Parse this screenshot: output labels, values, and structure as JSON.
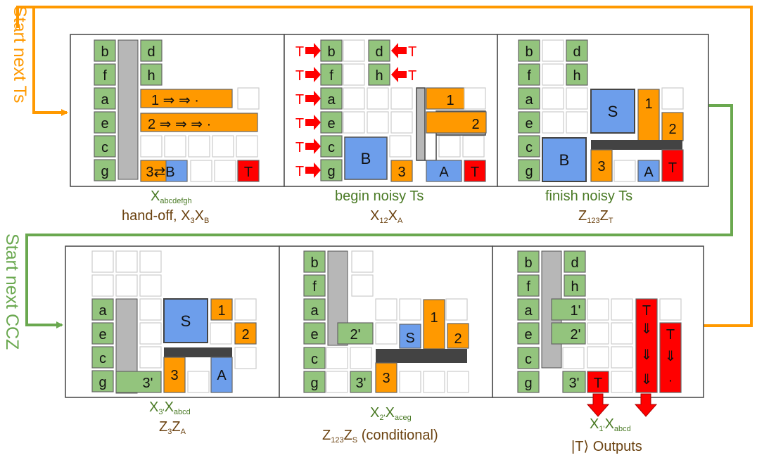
{
  "side_labels": {
    "start_ts": "Start next Ts",
    "start_ccz": "Start next CCZ"
  },
  "panels": [
    {
      "cells": [
        {
          "t": "b"
        },
        {
          "t": "d"
        },
        {
          "t": "f"
        },
        {
          "t": "h"
        },
        {
          "t": "a"
        },
        {
          "t": "e"
        },
        {
          "t": "c"
        },
        {
          "t": "g"
        },
        {
          "t": "1 ⇒   ⇒ ·"
        },
        {
          "t": "2 ⇒   ⇒   ⇒ ·"
        },
        {
          "t": "3⇄B"
        },
        {
          "t": "T"
        }
      ],
      "caption": {
        "line1": "X",
        "line1_sub": "abcdefgh",
        "line2": "hand-off, X",
        "line2_sub1": "3",
        "line2_mid": "X",
        "line2_sub2": "B"
      }
    },
    {
      "cells": [
        {
          "t": "T"
        },
        {
          "t": "b"
        },
        {
          "t": "d"
        },
        {
          "t": "T"
        },
        {
          "t": "T"
        },
        {
          "t": "f"
        },
        {
          "t": "h"
        },
        {
          "t": "T"
        },
        {
          "t": "T"
        },
        {
          "t": "a"
        },
        {
          "t": "T"
        },
        {
          "t": "e"
        },
        {
          "t": "T"
        },
        {
          "t": "c"
        },
        {
          "t": "T"
        },
        {
          "t": "g"
        },
        {
          "t": "B"
        },
        {
          "t": "3"
        },
        {
          "t": "1"
        },
        {
          "t": "2"
        },
        {
          "t": "A"
        },
        {
          "t": "T"
        }
      ],
      "caption": {
        "line1": "begin noisy Ts",
        "line2": "X",
        "line2_sub1": "12",
        "line2_mid": "X",
        "line2_sub2": "A"
      }
    },
    {
      "cells": [
        {
          "t": "b"
        },
        {
          "t": "d"
        },
        {
          "t": "f"
        },
        {
          "t": "h"
        },
        {
          "t": "a"
        },
        {
          "t": "e"
        },
        {
          "t": "c"
        },
        {
          "t": "g"
        },
        {
          "t": "S"
        },
        {
          "t": "1"
        },
        {
          "t": "2"
        },
        {
          "t": "B"
        },
        {
          "t": "3"
        },
        {
          "t": "A"
        },
        {
          "t": "T"
        }
      ],
      "caption": {
        "line1": "finish noisy Ts",
        "line2": "Z",
        "line2_sub1": "123",
        "line2_mid": "Z",
        "line2_sub2": "T"
      }
    },
    {
      "cells": [
        {
          "t": "a"
        },
        {
          "t": "e"
        },
        {
          "t": "c"
        },
        {
          "t": "g"
        },
        {
          "t": "3'"
        },
        {
          "t": "S"
        },
        {
          "t": "1"
        },
        {
          "t": "2"
        },
        {
          "t": "3"
        },
        {
          "t": "A"
        }
      ],
      "caption": {
        "line1": "X",
        "line1_sub1": "3'",
        "line1_mid": "X",
        "line1_sub2": "abcd",
        "line2": "Z",
        "line2_sub1": "3",
        "line2_mid": "Z",
        "line2_sub2": "A"
      }
    },
    {
      "cells": [
        {
          "t": "b"
        },
        {
          "t": "f"
        },
        {
          "t": "a"
        },
        {
          "t": "e"
        },
        {
          "t": "2'"
        },
        {
          "t": "c"
        },
        {
          "t": "g"
        },
        {
          "t": "3'"
        },
        {
          "t": "S"
        },
        {
          "t": "1"
        },
        {
          "t": "2"
        },
        {
          "t": "3"
        }
      ],
      "caption": {
        "line1": "X",
        "line1_sub1": "2'",
        "line1_mid": "X",
        "line1_sub2": "aceg",
        "line2": "Z",
        "line2_sub1": "123",
        "line2_mid": "Z",
        "line2_sub2": "S",
        "line2_tail": " (conditional)"
      }
    },
    {
      "cells": [
        {
          "t": "b"
        },
        {
          "t": "d"
        },
        {
          "t": "f"
        },
        {
          "t": "h"
        },
        {
          "t": "a"
        },
        {
          "t": "1'"
        },
        {
          "t": "e"
        },
        {
          "t": "2'"
        },
        {
          "t": "c"
        },
        {
          "t": "g"
        },
        {
          "t": "3'"
        },
        {
          "t": "T"
        },
        {
          "t": "T"
        },
        {
          "t": "⇓"
        },
        {
          "t": "⇓"
        },
        {
          "t": "⇓"
        },
        {
          "t": "T"
        },
        {
          "t": "⇓"
        },
        {
          "t": "·"
        }
      ],
      "caption": {
        "line1": "X",
        "line1_sub1": "1'",
        "line1_mid": "X",
        "line1_sub2": "abcd",
        "line2": "|T⟩ Outputs"
      }
    }
  ],
  "colors": {
    "green_cell": "#93c47d",
    "orange": "#ff9900",
    "blue": "#6d9eeb",
    "red": "#ff0000",
    "gray": "#b7b7b7",
    "dark": "#434343",
    "arrow_orange": "#ff9900",
    "arrow_green": "#6aa84f",
    "caption_green": "#4a7a25",
    "caption_brown": "#6b4210"
  }
}
